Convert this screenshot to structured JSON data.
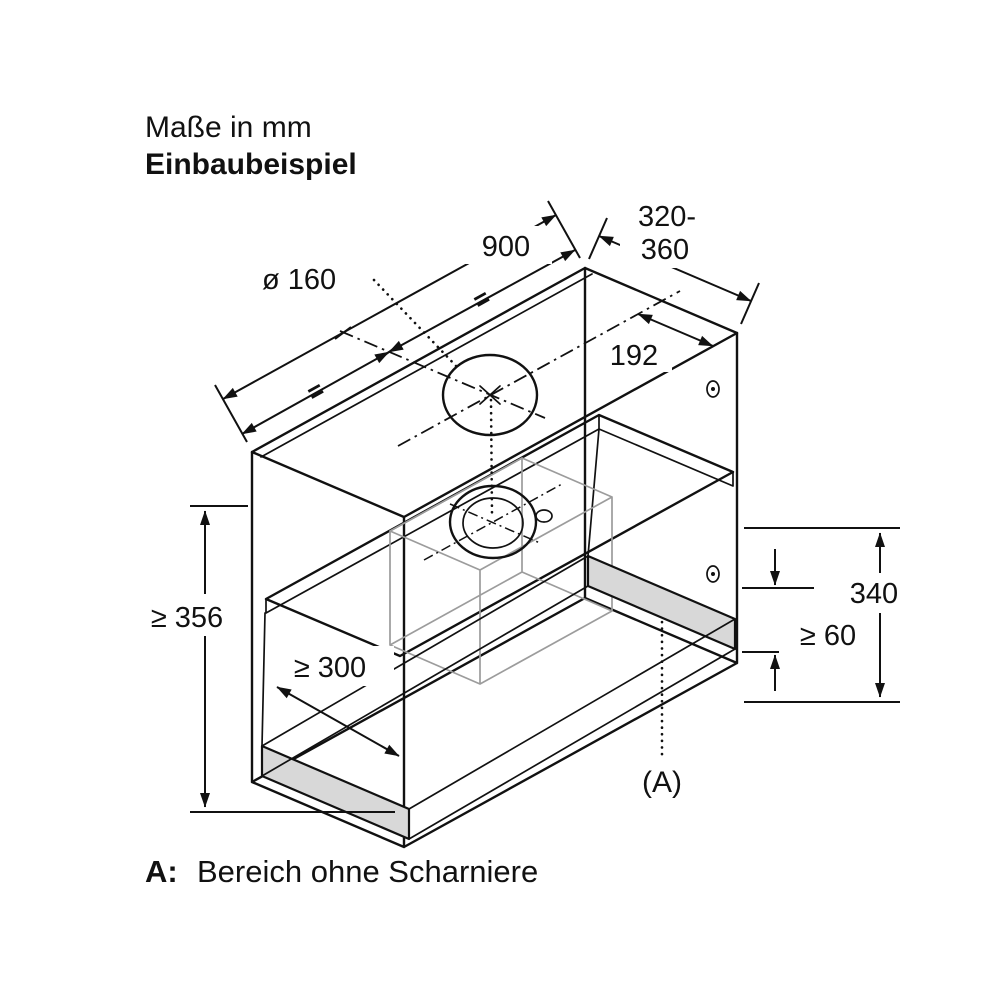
{
  "header": {
    "line1": "Maße in mm",
    "line2": "Einbaubeispiel"
  },
  "dims": {
    "w900": "900",
    "d320": "320-",
    "d360": "360",
    "diam": "ø 160",
    "off192": "192",
    "h356": "≥ 356",
    "p300": "≥ 300",
    "h340": "340",
    "c60": "≥ 60",
    "eq": "=",
    "areaA": "(A)"
  },
  "footer": {
    "prefix": "A:",
    "text": "Bereich ohne Scharniere"
  },
  "colors": {
    "line": "#111111",
    "shaded_area": "#d8d8d8",
    "background": "#ffffff"
  }
}
